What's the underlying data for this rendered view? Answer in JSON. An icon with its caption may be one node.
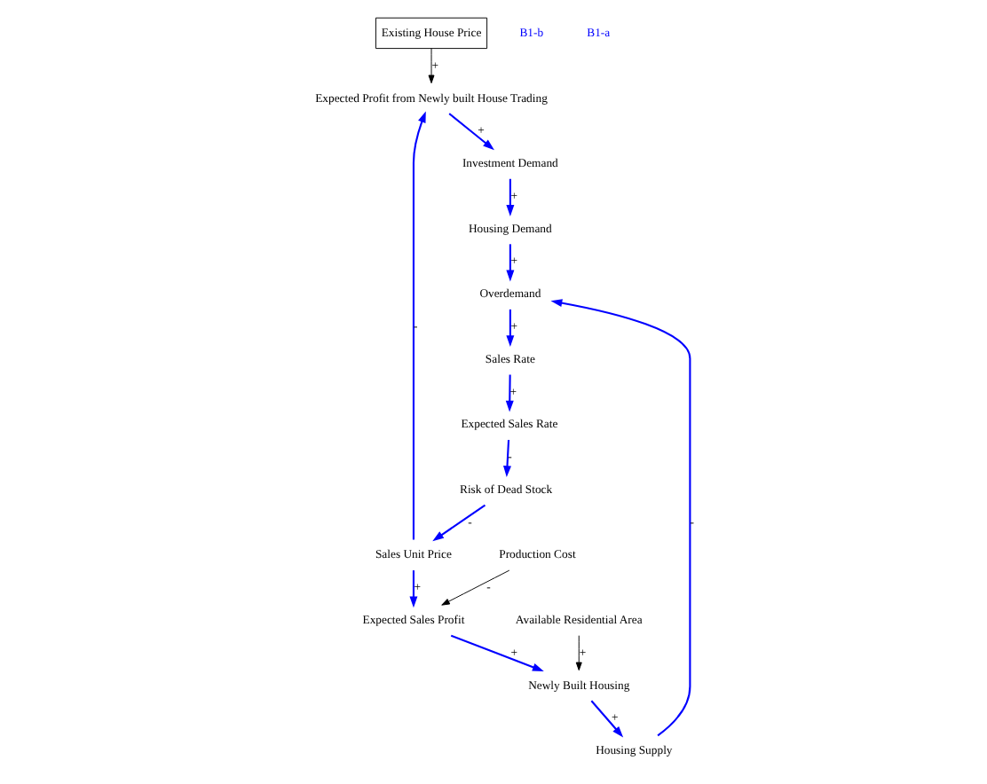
{
  "diagram": {
    "nodes": [
      {
        "text": [
          "Expected Profit from Newly built House Trading"
        ]
      },
      {
        "text": [
          "Existing House Price"
        ]
      },
      {
        "text": [
          "Sales Unit Price"
        ]
      },
      {
        "text": [
          "Risk of Dead Stock"
        ]
      },
      {
        "text": [
          "Investment Demand"
        ]
      },
      {
        "text": [
          "Expected Sales Profit"
        ]
      },
      {
        "text": [
          "Production Cost"
        ]
      },
      {
        "text": [
          "Expected Sales Rate"
        ]
      },
      {
        "text": [
          "Newly Built Housing"
        ]
      },
      {
        "text": [
          "Sales Rate"
        ]
      },
      {
        "text": [
          "Housing Demand"
        ]
      },
      {
        "text": [
          "Available Residential Area"
        ]
      },
      {
        "text": [
          "Housing Supply"
        ]
      },
      {
        "text": [
          "Overdemand"
        ]
      }
    ],
    "edges": [
      {
        "from": 1,
        "to": 0,
        "arrow": "to",
        "label": "+",
        "color": "#000000"
      },
      {
        "from": 0,
        "to": 4,
        "arrow": "to",
        "label": "+"
      },
      {
        "from": 4,
        "to": 10,
        "arrow": "to",
        "label": "+"
      },
      {
        "from": 10,
        "to": 13,
        "arrow": "to",
        "label": "+"
      },
      {
        "from": 13,
        "to": 9,
        "arrow": "to",
        "label": "+"
      },
      {
        "from": 9,
        "to": 7,
        "arrow": "to",
        "label": "+"
      },
      {
        "from": 7,
        "to": 3,
        "arrow": "to",
        "label": "-"
      },
      {
        "from": 3,
        "to": 2,
        "arrow": "to",
        "label": "-"
      },
      {
        "from": 2,
        "to": 0,
        "arrow": "to",
        "label": "-"
      },
      {
        "from": 2,
        "to": 5,
        "arrow": "to",
        "label": "+"
      },
      {
        "from": 6,
        "to": 5,
        "arrow": "to",
        "label": "-",
        "color": "#000000"
      },
      {
        "from": 5,
        "to": 8,
        "arrow": "to",
        "label": "+"
      },
      {
        "from": 11,
        "to": 8,
        "arrow": "to",
        "label": "+",
        "color": "#000000"
      },
      {
        "from": 8,
        "to": 12,
        "arrow": "to",
        "label": "+"
      },
      {
        "from": 12,
        "to": 13,
        "arrow": "to",
        "label": "-"
      }
    ],
    "labels": [
      "B1-b",
      "B1-a"
    ]
  }
}
